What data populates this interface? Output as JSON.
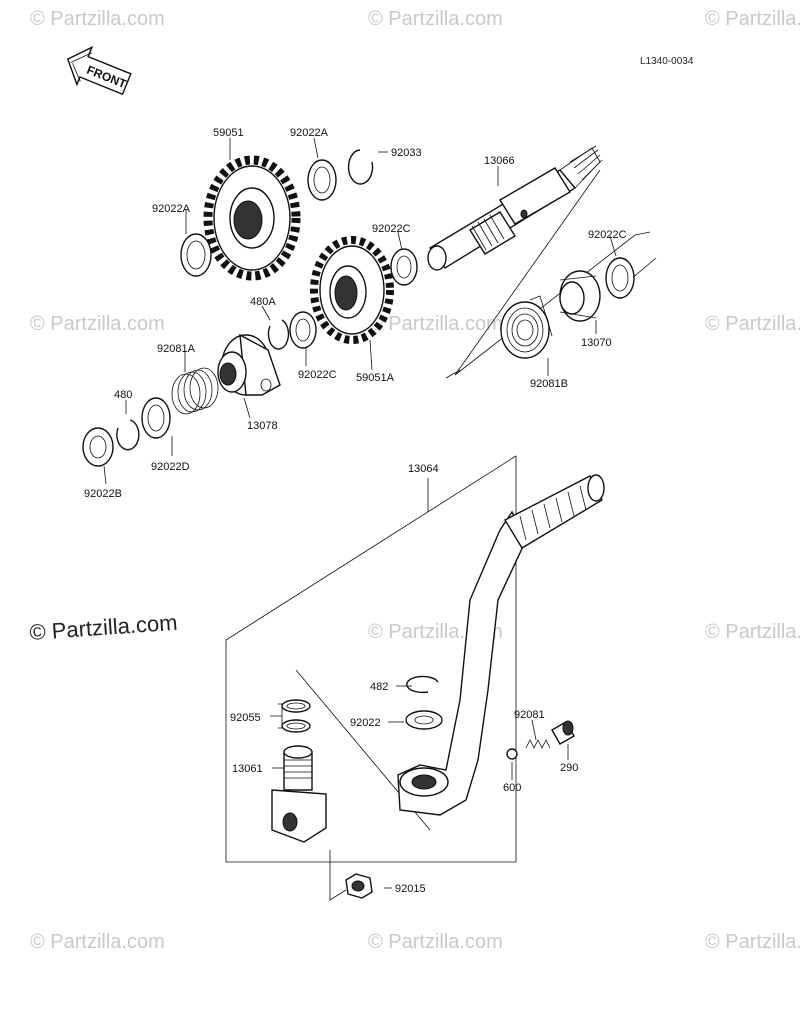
{
  "diagram_code": "L1340-0034",
  "front_label": "FRONT",
  "watermark": "© Partzilla.com",
  "watermark_main": "© Partzilla.com",
  "parts": {
    "p59051": "59051",
    "p92022A_top": "92022A",
    "p92033": "92033",
    "p13066": "13066",
    "p92022A_left": "92022A",
    "p92022C_mid": "92022C",
    "p92022C_right": "92022C",
    "p480A": "480A",
    "p92081A": "92081A",
    "p92022C_low": "92022C",
    "p59051A": "59051A",
    "p13070": "13070",
    "p92081B": "92081B",
    "p480": "480",
    "p13078": "13078",
    "p92022D": "92022D",
    "p92022B": "92022B",
    "p13064": "13064",
    "p482": "482",
    "p92022": "92022",
    "p92081": "92081",
    "p92055": "92055",
    "p13061": "13061",
    "p290": "290",
    "p600": "600",
    "p92015": "92015"
  }
}
